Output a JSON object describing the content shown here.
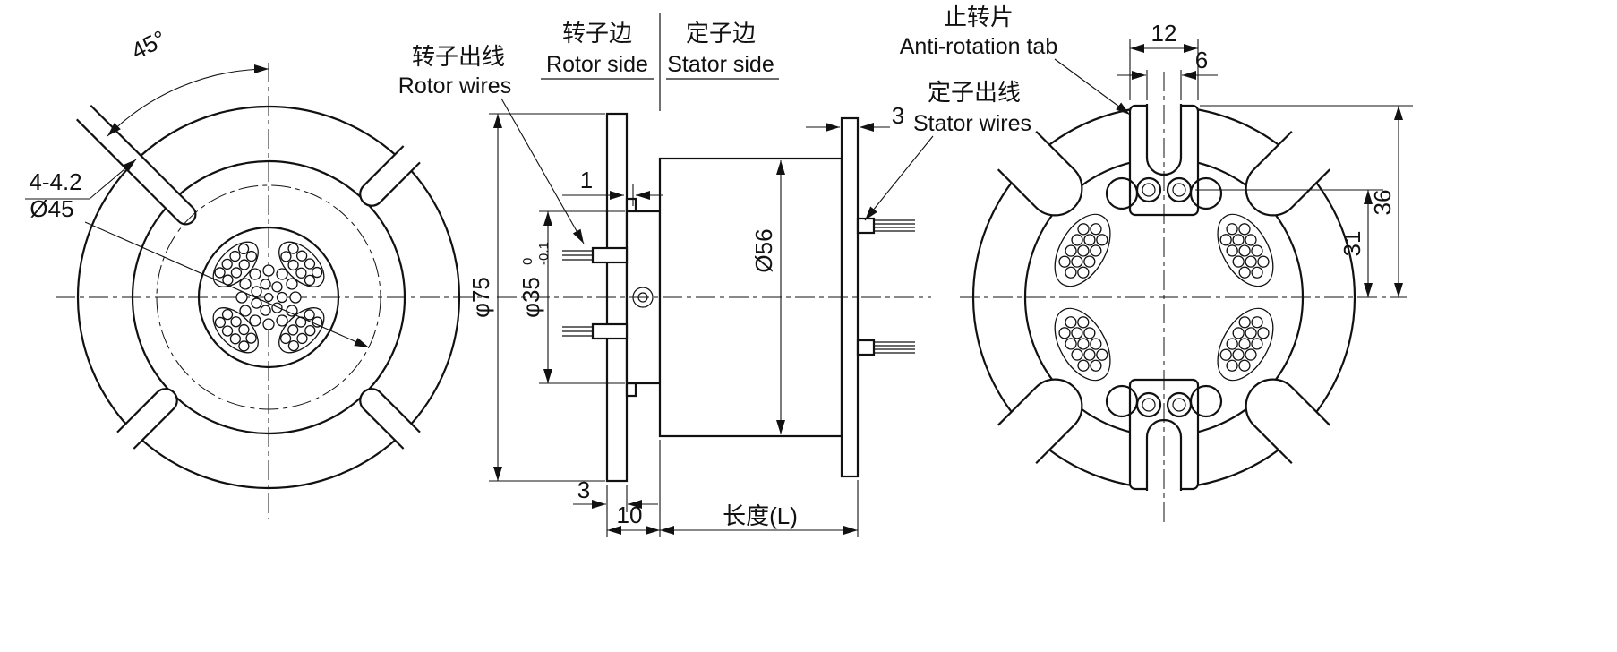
{
  "labels": {
    "rotor_side_cn": "转子边",
    "rotor_side_en": "Rotor side",
    "stator_side_cn": "定子边",
    "stator_side_en": "Stator  side",
    "rotor_wires_cn": "转子出线",
    "rotor_wires_en": "Rotor wires",
    "stator_wires_cn": "定子出线",
    "stator_wires_en": "Stator wires",
    "anti_rotation_cn": "止转片",
    "anti_rotation_en": "Anti-rotation tab",
    "length": "长度(L)"
  },
  "dims": {
    "angle": "45°",
    "slot_holes": "4-4.2",
    "dia45": "Ø45",
    "step1": "1",
    "dia75": "φ75",
    "dia35": "φ35",
    "dia35_tol_up": "0",
    "dia35_tol_dn": "-0.1",
    "dia56": "Ø56",
    "t3_stator": "3",
    "t3_rotor": "3",
    "len10": "10",
    "tab12": "12",
    "slot6": "6",
    "span31": "31",
    "span36": "36"
  },
  "style": {
    "line_color": "#111111",
    "background": "#ffffff"
  }
}
